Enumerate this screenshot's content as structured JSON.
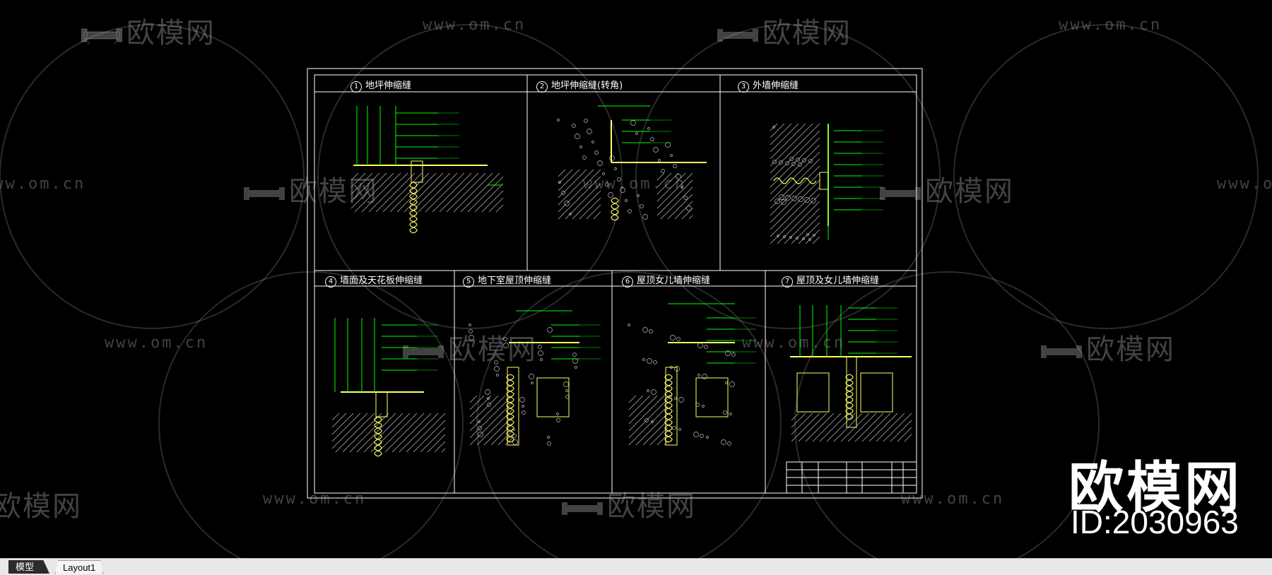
{
  "watermark": {
    "logo_text": "欧模网",
    "url_text": "www.om.cn"
  },
  "brand": {
    "name": "欧模网",
    "id_text": "ID:2030963"
  },
  "sheet": {
    "details": [
      {
        "num": "1",
        "title": "地坪伸缩缝"
      },
      {
        "num": "2",
        "title": "地坪伸缩缝(转角)"
      },
      {
        "num": "3",
        "title": "外墙伸缩缝"
      },
      {
        "num": "4",
        "title": "墙面及天花板伸缩缝"
      },
      {
        "num": "5",
        "title": "地下室屋顶伸缩缝"
      },
      {
        "num": "6",
        "title": "屋顶女儿墙伸缩缝"
      },
      {
        "num": "7",
        "title": "屋顶及女儿墙伸缩缝"
      }
    ]
  },
  "tabs": [
    {
      "label": "模型",
      "active": true
    },
    {
      "label": "Layout1",
      "active": false
    }
  ],
  "colors": {
    "background": "#000000",
    "frame": "#ffffff",
    "leader": "#00ff00",
    "detail": "#ffff66",
    "hatch": "#bfbfbf",
    "tabbar": "#e8e8e8"
  }
}
